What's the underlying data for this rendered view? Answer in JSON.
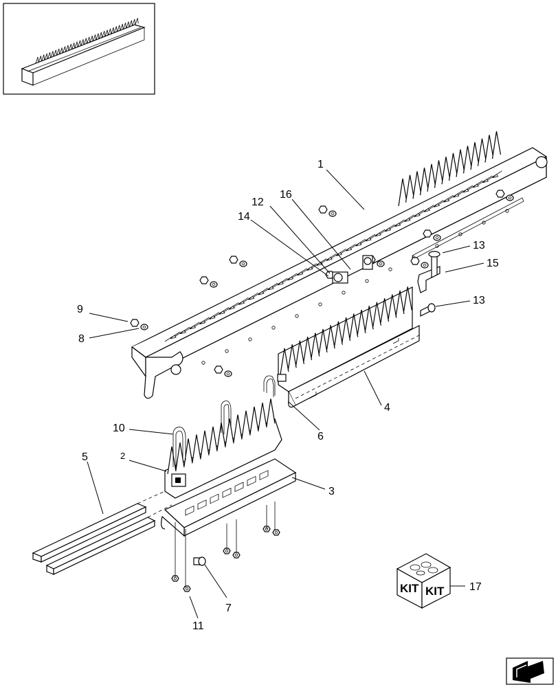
{
  "callouts": [
    {
      "id": "c1",
      "text": "1"
    },
    {
      "id": "c2",
      "text": "2"
    },
    {
      "id": "c3",
      "text": "3"
    },
    {
      "id": "c4",
      "text": "4"
    },
    {
      "id": "c5",
      "text": "5"
    },
    {
      "id": "c6",
      "text": "6"
    },
    {
      "id": "c7",
      "text": "7"
    },
    {
      "id": "c8",
      "text": "8"
    },
    {
      "id": "c9",
      "text": "9"
    },
    {
      "id": "c10",
      "text": "10"
    },
    {
      "id": "c11",
      "text": "11"
    },
    {
      "id": "c12",
      "text": "12"
    },
    {
      "id": "c13a",
      "text": "13"
    },
    {
      "id": "c13b",
      "text": "13"
    },
    {
      "id": "c14",
      "text": "14"
    },
    {
      "id": "c15",
      "text": "15"
    },
    {
      "id": "c16",
      "text": "16"
    },
    {
      "id": "c17",
      "text": "17"
    }
  ],
  "kit": {
    "label_left": "KIT",
    "label_right": "KIT"
  },
  "icons": {
    "thumbnail": "assembly-thumbnail",
    "next_page": "next-page-arrow-icon",
    "kit_box": "kit-box-icon"
  }
}
